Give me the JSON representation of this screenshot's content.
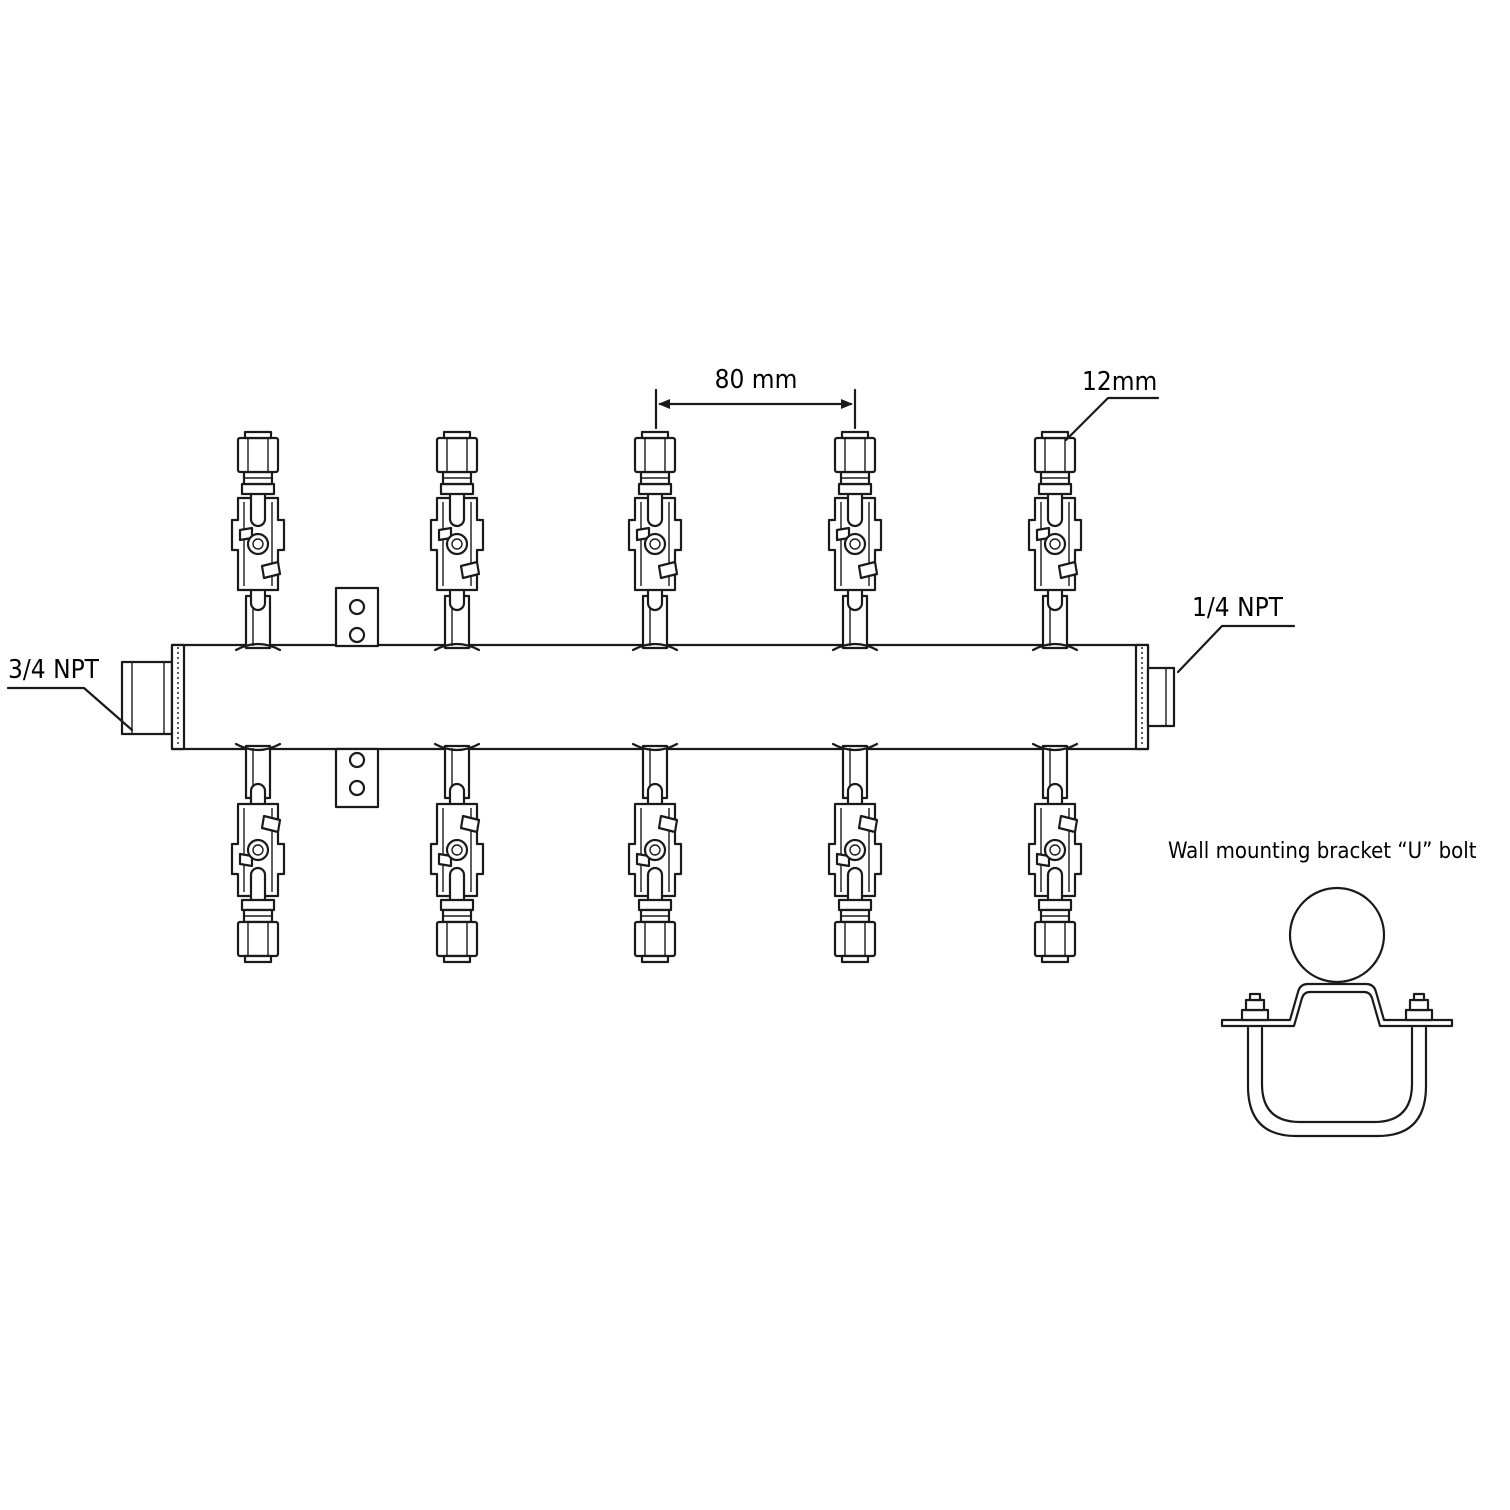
{
  "labels": {
    "spacing": "80 mm",
    "tube_size": "12mm",
    "inlet": "3/4 NPT",
    "outlet": "1/4 NPT",
    "bracket_caption": "Wall mounting bracket “U” bolt"
  },
  "valves": {
    "top_count": 5,
    "bottom_count": 5
  },
  "colors": {
    "line": "#1a1a1a",
    "background": "#ffffff"
  }
}
